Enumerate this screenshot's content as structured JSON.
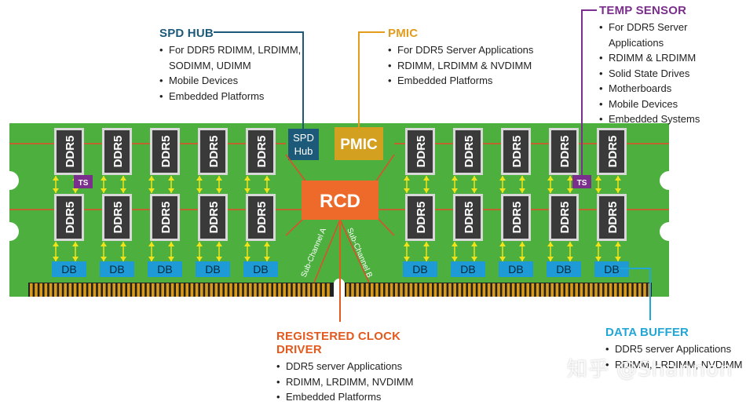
{
  "module": {
    "chip_label": "DDR5",
    "db_label": "DB",
    "ts_label": "TS",
    "spd_label_line1": "SPD",
    "spd_label_line2": "Hub",
    "pmic_label": "PMIC",
    "rcd_label": "RCD",
    "subchannel_a": "Sub-Channel A",
    "subchannel_b": "Sub-Channel B"
  },
  "callouts": {
    "spd_hub": {
      "title": "SPD HUB",
      "items": [
        "For DDR5 RDIMM, LRDIMM, SODIMM, UDIMM",
        "Mobile Devices",
        "Embedded Platforms"
      ]
    },
    "pmic": {
      "title": "PMIC",
      "items": [
        "For DDR5 Server Applications",
        "RDIMM, LRDIMM & NVDIMM",
        "Embedded Platforms"
      ]
    },
    "temp_sensor": {
      "title": "TEMP SENSOR",
      "items": [
        "For DDR5 Server Applications",
        "RDIMM & LRDIMM",
        "Solid State Drives",
        "Motherboards",
        "Mobile Devices",
        "Embedded Systems"
      ]
    },
    "rcd": {
      "title": "REGISTERED CLOCK DRIVER",
      "items": [
        "DDR5 server Applications",
        "RDIMM, LRDIMM, NVDIMM",
        "Embedded Platforms"
      ]
    },
    "data_buffer": {
      "title": "DATA BUFFER",
      "items": [
        "DDR5 server Applications",
        "RDIMM, LRDIMM, NVDIMM"
      ]
    }
  },
  "watermark": "知乎 @Shannon",
  "colors": {
    "pcb": "#4caf3e",
    "chip": "#3a3a3a",
    "db": "#1e9ad6",
    "spd": "#1d5a7a",
    "pmic": "#d4a020",
    "rcd": "#ee6a2a",
    "ts": "#7a2f8c",
    "trace": "#e34b2a",
    "arrow": "#f2e21a",
    "pin": "#d99a1a"
  }
}
